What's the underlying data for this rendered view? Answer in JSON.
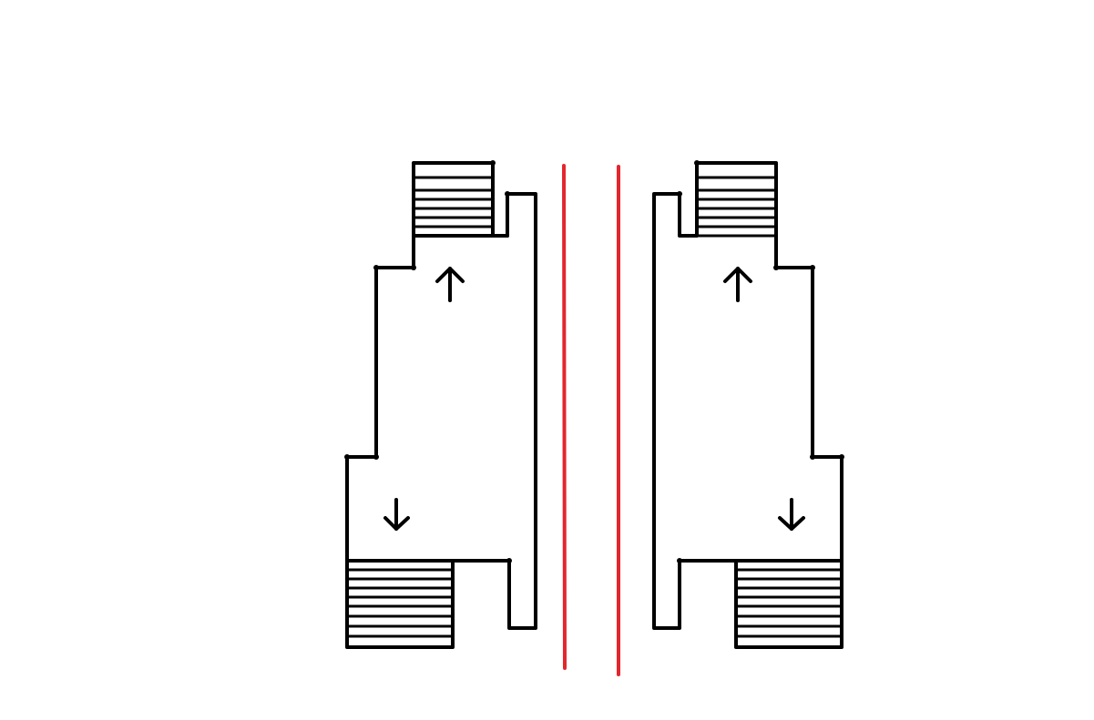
{
  "diagram": {
    "kind": "mirrored-stair-layout",
    "colors": {
      "ink": "#000000",
      "divider": "#e3262e",
      "background": "#ffffff"
    },
    "plans": [
      {
        "side": "left",
        "arrows": [
          "arrow-up-icon",
          "arrow-down-icon"
        ],
        "stairs": 2,
        "pillars": 1
      },
      {
        "side": "right",
        "arrows": [
          "arrow-up-icon",
          "arrow-down-icon"
        ],
        "stairs": 2,
        "pillars": 1
      }
    ],
    "dividers": 2
  }
}
